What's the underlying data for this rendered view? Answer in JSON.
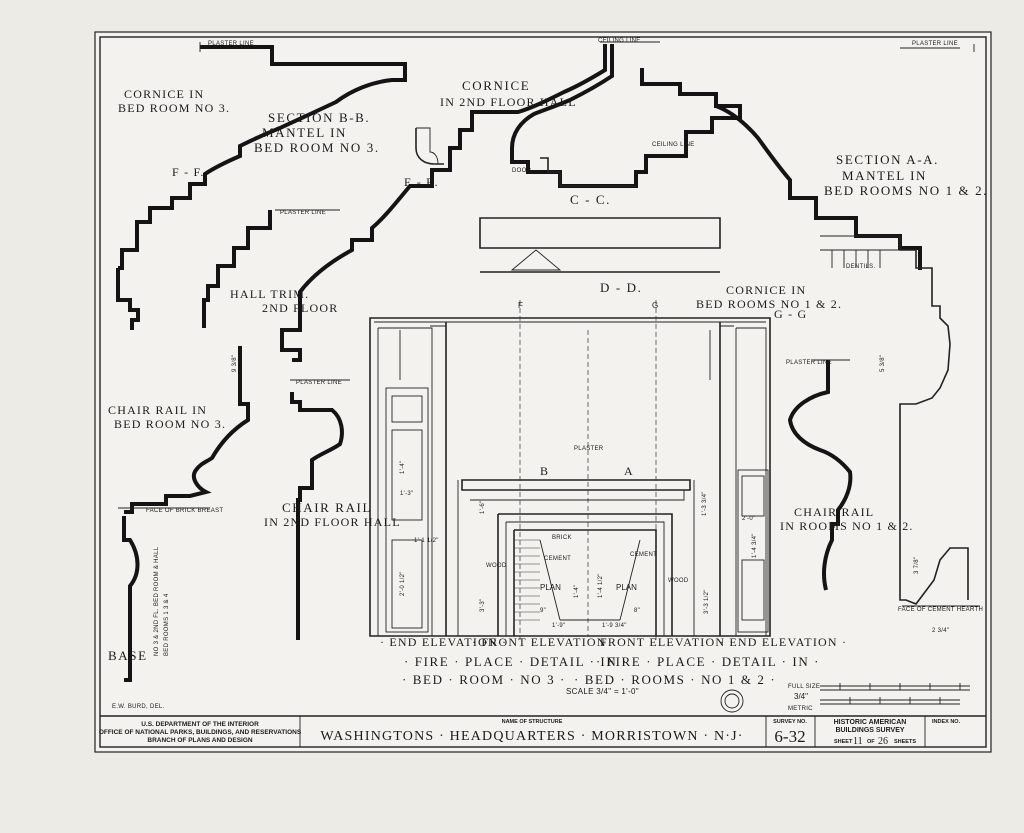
{
  "labels": {
    "plaster_line_top_left": "PLASTER LINE",
    "ceiling_line_top": "CEILING LINE",
    "plaster_line_top_right": "PLASTER LINE",
    "cornice_bedroom3_l1": "CORNICE IN",
    "cornice_bedroom3_l2": "BED ROOM NO 3.",
    "section_bb_l1": "SECTION B-B.",
    "section_bb_l2": "MANTEL IN",
    "section_bb_l3": "BED ROOM NO 3.",
    "cornice_hall_l1": "CORNICE",
    "cornice_hall_l2": "IN 2ND FLOOR HALL",
    "section_aa_l1": "SECTION A-A.",
    "section_aa_l2": "MANTEL IN",
    "section_aa_l3": "BED ROOMS NO 1 & 2.",
    "ff": "F - F.",
    "ee": "E - E.",
    "cc": "C - C.",
    "dd": "D - D.",
    "gg": "G - G",
    "ceiling_line_mid": "CEILING LINE",
    "door": "DOOR",
    "dentils": "DENTILS.",
    "plaster_line_mid": "PLASTER LINE",
    "hall_trim_l1": "HALL TRIM.",
    "hall_trim_l2": "2ND FLOOR",
    "plaster_line_left": "PLASTER LINE",
    "cornice_rooms12_l1": "CORNICE IN",
    "cornice_rooms12_l2": "BED ROOMS NO 1 & 2.",
    "plaster_line_right": "PLASTER LINE",
    "chair_rail_bedroom3_l1": "CHAIR RAIL IN",
    "chair_rail_bedroom3_l2": "BED ROOM NO 3.",
    "chair_rail_hall_l1": "CHAIR RAIL",
    "chair_rail_hall_l2": "IN 2ND FLOOR HALL",
    "chair_rail_rooms12_l1": "CHAIR RAIL",
    "chair_rail_rooms12_l2": "IN ROOMS NO 1 & 2.",
    "face_brick": "FACE OF BRICK BREAST",
    "face_cement": "FACE OF CEMENT HEARTH",
    "base": "BASE",
    "base_note_1": "NO 3 & 2ND FL. BED ROOM & HALL",
    "base_note_2": "BED ROOMS 1 3 & 4",
    "plaster": "PLASTER",
    "brick": "BRICK",
    "cement_1": "CEMENT",
    "cement_2": "CEMENT",
    "plan_1": "PLAN",
    "plan_2": "PLAN",
    "wood_1": "WOOD",
    "wood_2": "WOOD",
    "letter_a": "A",
    "letter_b": "B",
    "letter_f": "F",
    "letter_g": "G",
    "end_elev_1": "· END ELEVATION ·",
    "front_elev_1": "· FRONT ELEVATION ·",
    "front_elev_2": "FRONT ELEVATION ·",
    "end_elev_2": "· END ELEVATION ·",
    "fp_detail_1": "· FIRE · PLACE · DETAIL · IN ·",
    "fp_detail_2": "· FIRE · PLACE · DETAIL · IN ·",
    "bedroom_3": "· BED · ROOM · NO 3 ·",
    "bedrooms_12": "· BED · ROOMS · NO 1 & 2 ·",
    "scale": "SCALE 3/4\" = 1'-0\"",
    "full_size": "FULL SIZE",
    "three_quarter": "3/4\"",
    "metric": "METRIC",
    "drawn_by": "E.W. BURD, DEL."
  },
  "dims": {
    "d1": "9 3/8\"",
    "d2": "5 3/8\"",
    "d3": "3 7/8\"",
    "d4": "2 3/4\"",
    "d5": "1'-4\"",
    "d6": "1'-3\"",
    "d7": "1'-6\"",
    "d8": "1'-3 3/4\"",
    "d9": "2'-0 1/2\"",
    "d10": "3'-3\"",
    "d11": "3'-3 1/2\"",
    "d12": "1'-4\"",
    "d13": "1'-4 1/2\"",
    "d14": "1'-4 3/4\"",
    "d15": "9\"",
    "d16": "8\"",
    "d17": "1'-9\"",
    "d18": "1'-9 3/4\"",
    "d19": "2'-0\"",
    "d20": "1'-1 1/2\""
  },
  "title_block": {
    "agency_l1": "U.S. DEPARTMENT OF THE INTERIOR",
    "agency_l2": "OFFICE OF NATIONAL PARKS, BUILDINGS, AND RESERVATIONS",
    "agency_l3": "BRANCH OF PLANS AND DESIGN",
    "name_caption": "NAME OF STRUCTURE",
    "structure_name": "WASHINGTONS · HEADQUARTERS · MORRISTOWN · N·J·",
    "survey_caption": "SURVEY NO.",
    "survey_no": "6-32",
    "habs_l1": "HISTORIC AMERICAN",
    "habs_l2": "BUILDINGS SURVEY",
    "sheet_prefix": "SHEET",
    "sheet_no": "11",
    "sheet_of": "OF",
    "sheet_total": "26",
    "sheets_suffix": "SHEETS",
    "index_caption": "INDEX NO."
  }
}
